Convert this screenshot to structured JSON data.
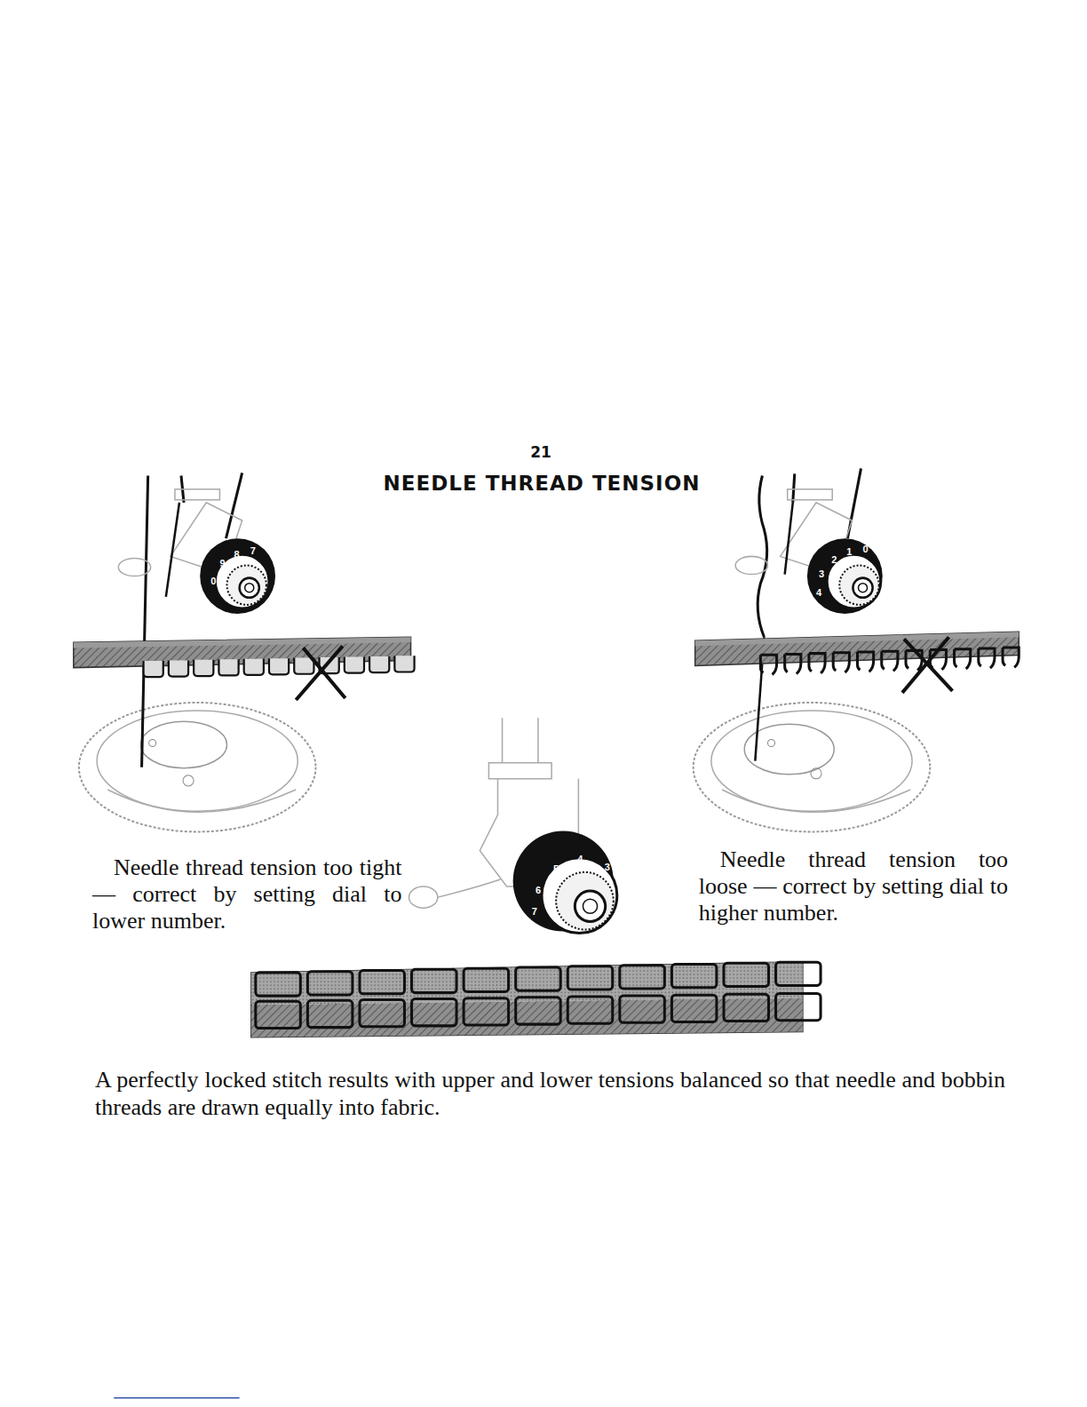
{
  "diagram": {
    "title": "NEEDLE THREAD TENSION",
    "caption": "A perfectly locked stitch results with upper and lower tensions balanced so that needle and bobbin threads are drawn equally into fabric.",
    "labels": [
      "21",
      "Needle thread tension too tight — correct by setting dial to lower number.",
      "Needle thread tension too loose — correct by setting dial to higher number.",
      "0",
      "9",
      "8",
      "7",
      "4",
      "3",
      "2",
      "1",
      "0",
      "7",
      "6",
      "5",
      "4",
      "3"
    ]
  }
}
